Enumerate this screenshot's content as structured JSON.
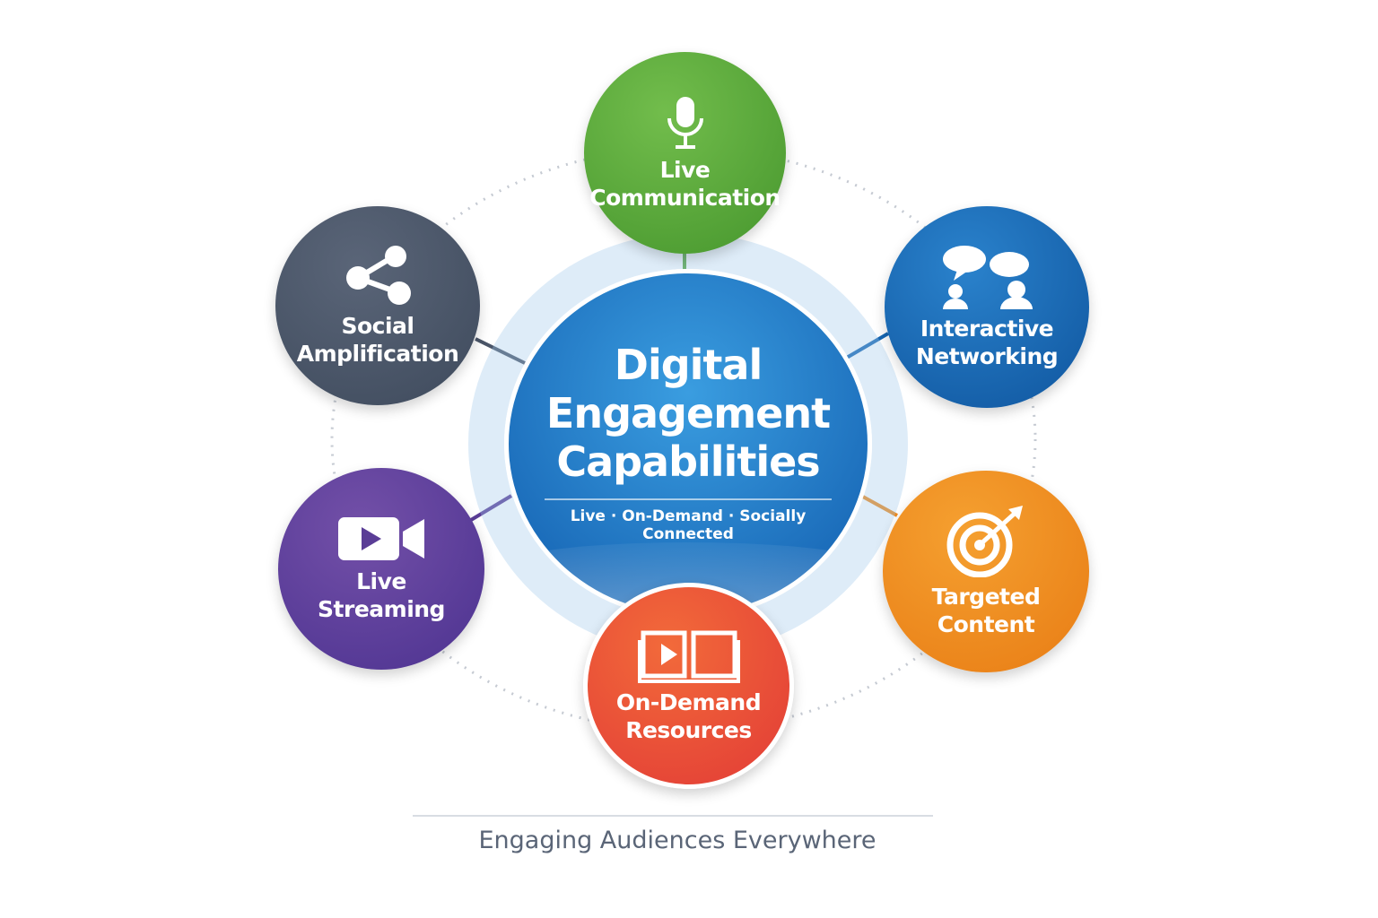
{
  "center": {
    "title_lines": [
      "Digital",
      "Engagement",
      "Capabilities"
    ],
    "subtitle": "Live · On-Demand · Socially Connected"
  },
  "nodes": [
    {
      "id": "live-communication",
      "lines": [
        "Live",
        "Communication"
      ],
      "icon": "microphone-icon",
      "color": "#5aa83c"
    },
    {
      "id": "interactive-networking",
      "lines": [
        "Interactive",
        "Networking"
      ],
      "icon": "chat-people-icon",
      "color": "#1666b2"
    },
    {
      "id": "targeted-content",
      "lines": [
        "Targeted",
        "Content"
      ],
      "icon": "target-arrow-icon",
      "color": "#ef8a1c"
    },
    {
      "id": "on-demand-resources",
      "lines": [
        "On-Demand",
        "Resources"
      ],
      "icon": "book-play-icon",
      "color": "#e64b37"
    },
    {
      "id": "live-streaming",
      "lines": [
        "Live",
        "Streaming"
      ],
      "icon": "video-camera-icon",
      "color": "#5a3d96"
    },
    {
      "id": "social-amplification",
      "lines": [
        "Social",
        "Amplification"
      ],
      "icon": "share-icon",
      "color": "#4a5568"
    }
  ],
  "footer": "Engaging Audiences Everywhere"
}
